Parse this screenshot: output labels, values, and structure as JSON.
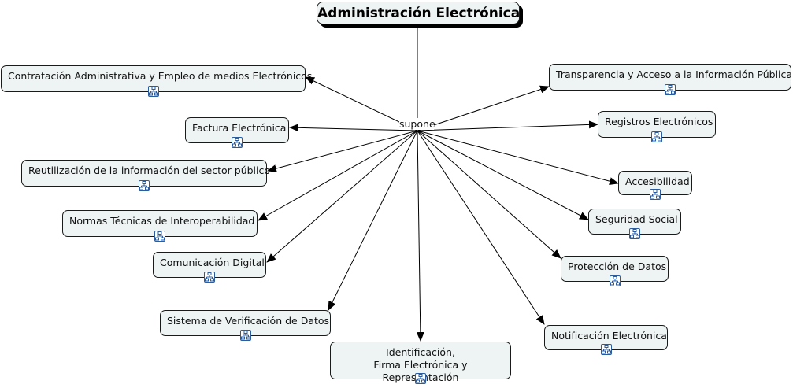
{
  "root": {
    "label": "Administración Electrónica"
  },
  "link_label": "supone",
  "concepts": [
    {
      "label": "Contratación Administrativa y Empleo de medios Electrónicos",
      "icon": "concept-map-icon"
    },
    {
      "label": "Factura Electrónica",
      "icon": "concept-map-icon"
    },
    {
      "label": "Reutilización de la información del sector público",
      "icon": "concept-map-icon"
    },
    {
      "label": "Normas Técnicas de Interoperabilidad",
      "icon": "concept-map-icon"
    },
    {
      "label": "Comunicación Digital",
      "icon": "concept-map-icon"
    },
    {
      "label": "Sistema de Verificación de Datos",
      "icon": "concept-map-icon"
    },
    {
      "label": "Identificación,\nFirma Electrónica y Representación",
      "icon": "concept-map-icon"
    },
    {
      "label": "Notificación Electrónica",
      "icon": "concept-map-icon"
    },
    {
      "label": "Protección de Datos",
      "icon": "concept-map-icon"
    },
    {
      "label": "Seguridad Social",
      "icon": "concept-map-icon"
    },
    {
      "label": "Accesibilidad",
      "icon": "concept-map-icon"
    },
    {
      "label": "Registros Electrónicos",
      "icon": "concept-map-icon"
    },
    {
      "label": "Transparencia y Acceso a la Información Pública",
      "icon": "concept-map-icon"
    }
  ],
  "colors": {
    "node_fill": "#eef3f3",
    "border": "#1a1a1a",
    "icon_blue": "#2a5d9f",
    "line": "#000000"
  }
}
